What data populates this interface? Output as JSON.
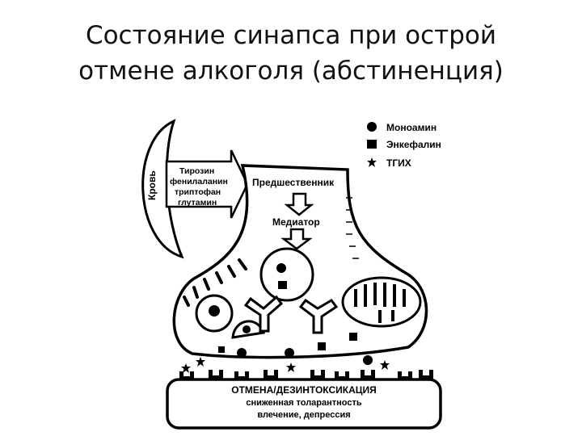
{
  "title": {
    "line1": "Состояние синапса при острой",
    "line2": "отмене алкоголя (абстиненция)"
  },
  "diagram": {
    "legend": [
      {
        "label": "Моноамин",
        "icon": "circle"
      },
      {
        "label": "Энкефалин",
        "icon": "square"
      },
      {
        "label": "ТГИХ",
        "icon": "star"
      }
    ],
    "blood_label": "Кровь",
    "amino_acids": [
      "Тирозин",
      "фенилаланин",
      "триптофан",
      "глутамин"
    ],
    "precursor_label": "Предшественник",
    "mediator_label": "Медиатор",
    "bottom_line1": "ОТМЕНА/ДЕЗИНТОКСИКАЦИЯ",
    "bottom_line2": "сниженная толарантность",
    "bottom_line3": "влечение, депрессия",
    "ink_color": "#000000"
  }
}
